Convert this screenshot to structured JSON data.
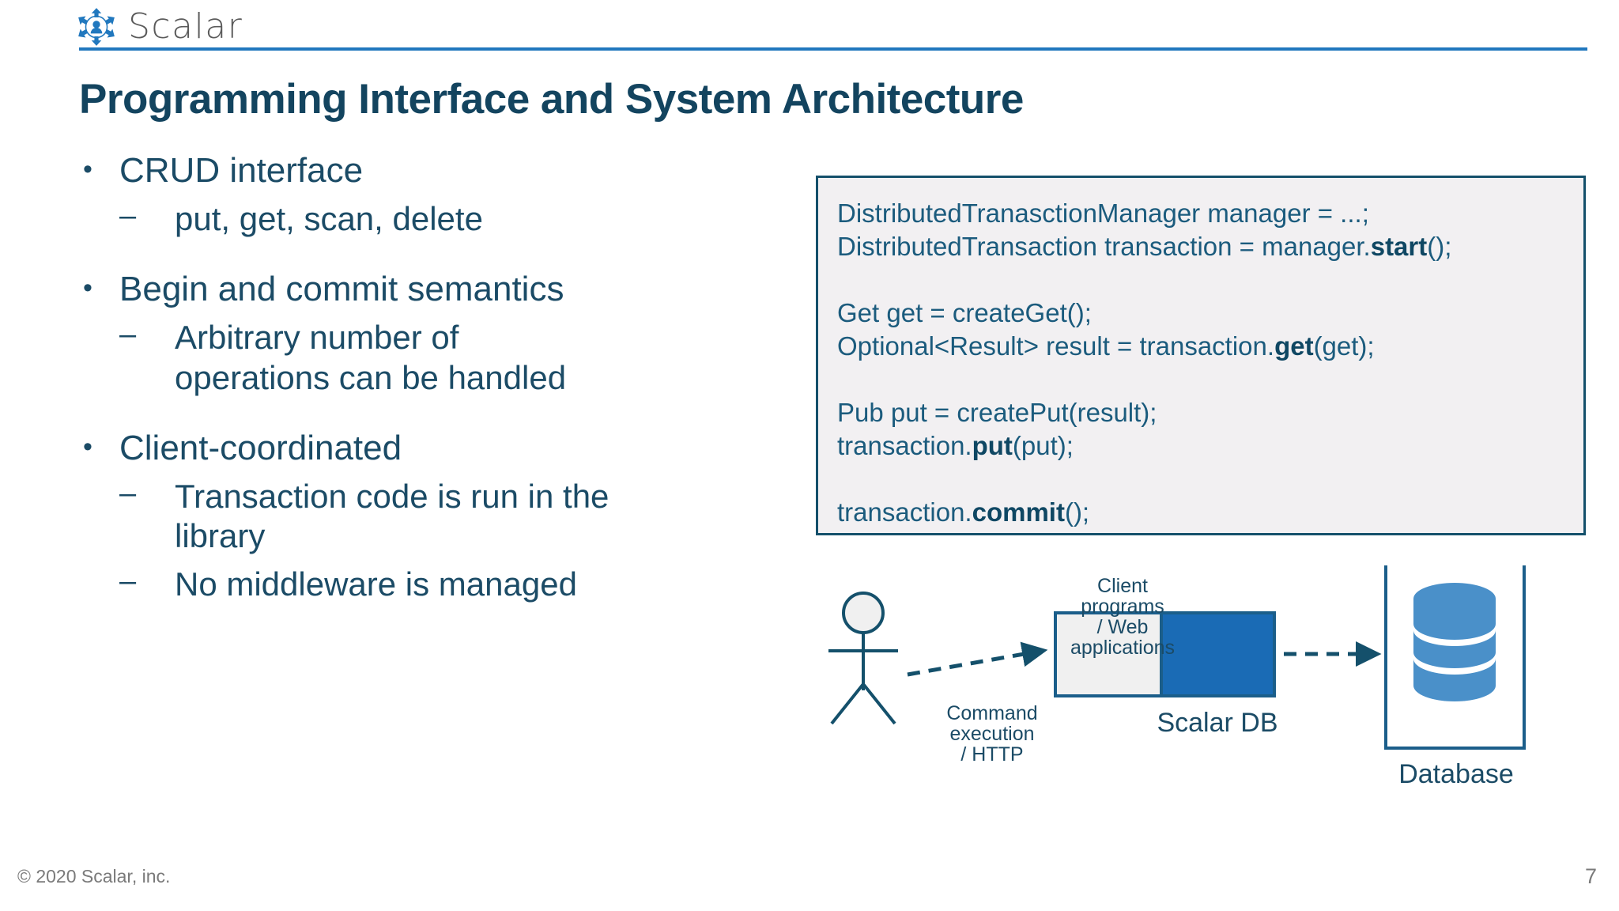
{
  "brand": {
    "logo_icon": "scalar-hexagon-logo",
    "wordmark": "Scalar",
    "accent_color": "#2178be",
    "dark_color": "#13445f"
  },
  "title": "Programming Interface and System Architecture",
  "bullets": [
    {
      "label": "CRUD interface",
      "marker": "•",
      "sub": [
        {
          "marker": "–",
          "label": "put, get, scan, delete"
        }
      ]
    },
    {
      "label": "Begin and commit semantics",
      "marker": "•",
      "sub": [
        {
          "marker": "–",
          "label": "Arbitrary number of operations can be handled"
        }
      ]
    },
    {
      "label": "Client-coordinated",
      "marker": "•",
      "sub": [
        {
          "marker": "–",
          "label": "Transaction code is run in the library"
        },
        {
          "marker": "–",
          "label": "No middleware is managed"
        }
      ]
    }
  ],
  "code": {
    "lines": [
      {
        "pre": "DistributedTranasctionManager manager = ...;",
        "bold": "",
        "post": ""
      },
      {
        "pre": "DistributedTransaction transaction = manager.",
        "bold": "start",
        "post": "();"
      },
      {
        "pre": "",
        "bold": "",
        "post": ""
      },
      {
        "pre": "Get get = createGet();",
        "bold": "",
        "post": ""
      },
      {
        "pre": "Optional<Result> result = transaction.",
        "bold": "get",
        "post": "(get);"
      },
      {
        "pre": "",
        "bold": "",
        "post": ""
      },
      {
        "pre": "Pub put = createPut(result);",
        "bold": "",
        "post": ""
      },
      {
        "pre": "transaction.",
        "bold": "put",
        "post": "(put);"
      },
      {
        "pre": "",
        "bold": "",
        "post": ""
      },
      {
        "pre": "transaction.",
        "bold": "commit",
        "post": "();"
      }
    ]
  },
  "diagram": {
    "actor_icon": "stick-figure-actor",
    "client_label_lines": [
      "Client",
      "programs",
      "/ Web",
      "applications"
    ],
    "command_label_lines": [
      "Command",
      "execution",
      "/ HTTP"
    ],
    "scalar_db_label": "Scalar DB",
    "database_label": "Database",
    "database_icon": "database-cylinder-icon",
    "arrow_icon": "dashed-arrow-icon",
    "colors": {
      "box_light": "#f0f0f0",
      "box_blue": "#1a6bb5",
      "outline": "#1b5e8a",
      "cylinder": "#4a90c9",
      "arrow": "#14506b"
    }
  },
  "footer": {
    "copyright": "© 2020 Scalar, inc.",
    "page_number": "7"
  }
}
